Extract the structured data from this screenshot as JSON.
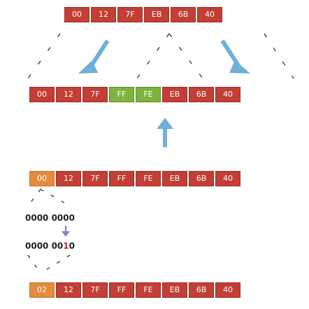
{
  "row1": [
    "00",
    "12",
    "7F",
    "EB",
    "6B",
    "40"
  ],
  "row2": [
    "00",
    "12",
    "7F",
    "FF",
    "FE",
    "EB",
    "6B",
    "40"
  ],
  "row3": [
    "00",
    "12",
    "7F",
    "FF",
    "FE",
    "EB",
    "6B",
    "40"
  ],
  "row4": [
    "02",
    "12",
    "7F",
    "FF",
    "FE",
    "EB",
    "6B",
    "40"
  ],
  "binary_before": "0000 0000",
  "binary_after_prefix": "0000 00",
  "binary_after_highlight": "1",
  "binary_after_suffix": "0",
  "colors": {
    "orange": "#e38b3f",
    "red": "#c33e35",
    "green": "#7fb23f",
    "arrow_blue": "#6fb0d8"
  }
}
